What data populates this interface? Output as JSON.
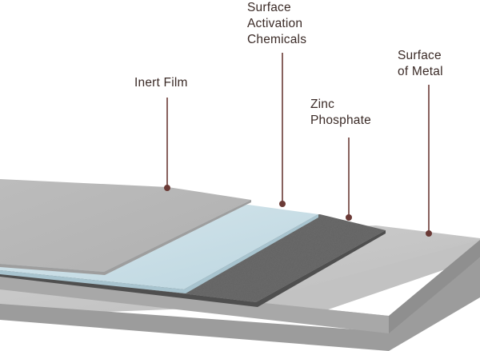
{
  "diagram": {
    "labels": {
      "inert_film": {
        "lines": [
          "Inert Film"
        ]
      },
      "surface_activation": {
        "lines": [
          "Surface",
          "Activation",
          "Chemicals"
        ]
      },
      "zinc_phosphate": {
        "lines": [
          "Zinc",
          "Phosphate"
        ]
      },
      "surface_of_metal": {
        "lines": [
          "Surface",
          "of Metal"
        ]
      }
    },
    "colors": {
      "label_text": "#3a2a26",
      "leader_line": "#6b3a36",
      "leader_dot": "#6b3a36",
      "inert_film": "#b7b7b7",
      "activation_layer": "#c7dde6",
      "zinc_phosphate": "#6d6d6d",
      "metal_top": "#c6c6c6",
      "metal_front": "#9a9a9a"
    }
  }
}
